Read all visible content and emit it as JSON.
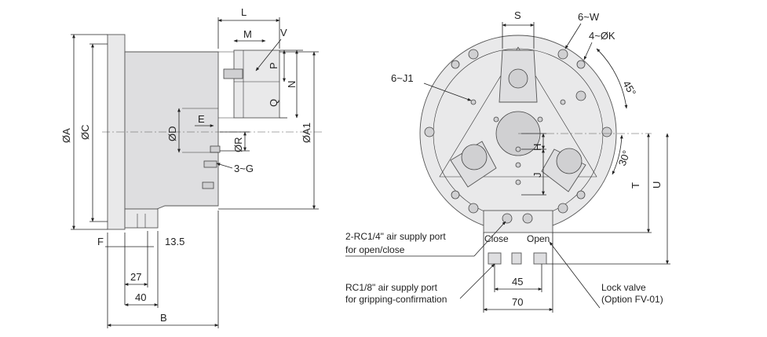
{
  "side_view": {
    "labels": {
      "L": "L",
      "M": "M",
      "V": "V",
      "P": "P",
      "N": "N",
      "Q": "Q",
      "OA": "ØA",
      "OC": "ØC",
      "OD": "ØD",
      "E": "E",
      "OR": "ØR",
      "OA1": "ØA1",
      "G3": "3~G",
      "F": "F",
      "B": "B"
    },
    "dims": {
      "d13_5": "13.5",
      "d27": "27",
      "d40": "40"
    }
  },
  "front_view": {
    "labels": {
      "S": "S",
      "W6": "6~W",
      "K4": "4~ØK",
      "angle45": "45°",
      "J1": "6~J1",
      "H": "H",
      "J": "J",
      "angle30": "30°",
      "T": "T",
      "U": "U",
      "close": "Close",
      "open": "Open"
    },
    "dims": {
      "d45": "45",
      "d70": "70"
    },
    "callouts": {
      "air_port_line1": "2-RC1/4\" air supply port",
      "air_port_line2": "for open/close",
      "rc18_line1": "RC1/8\" air supply port",
      "rc18_line2": "for gripping-confirmation",
      "lock_line1": "Lock valve",
      "lock_line2": "(Option FV-01)"
    }
  }
}
